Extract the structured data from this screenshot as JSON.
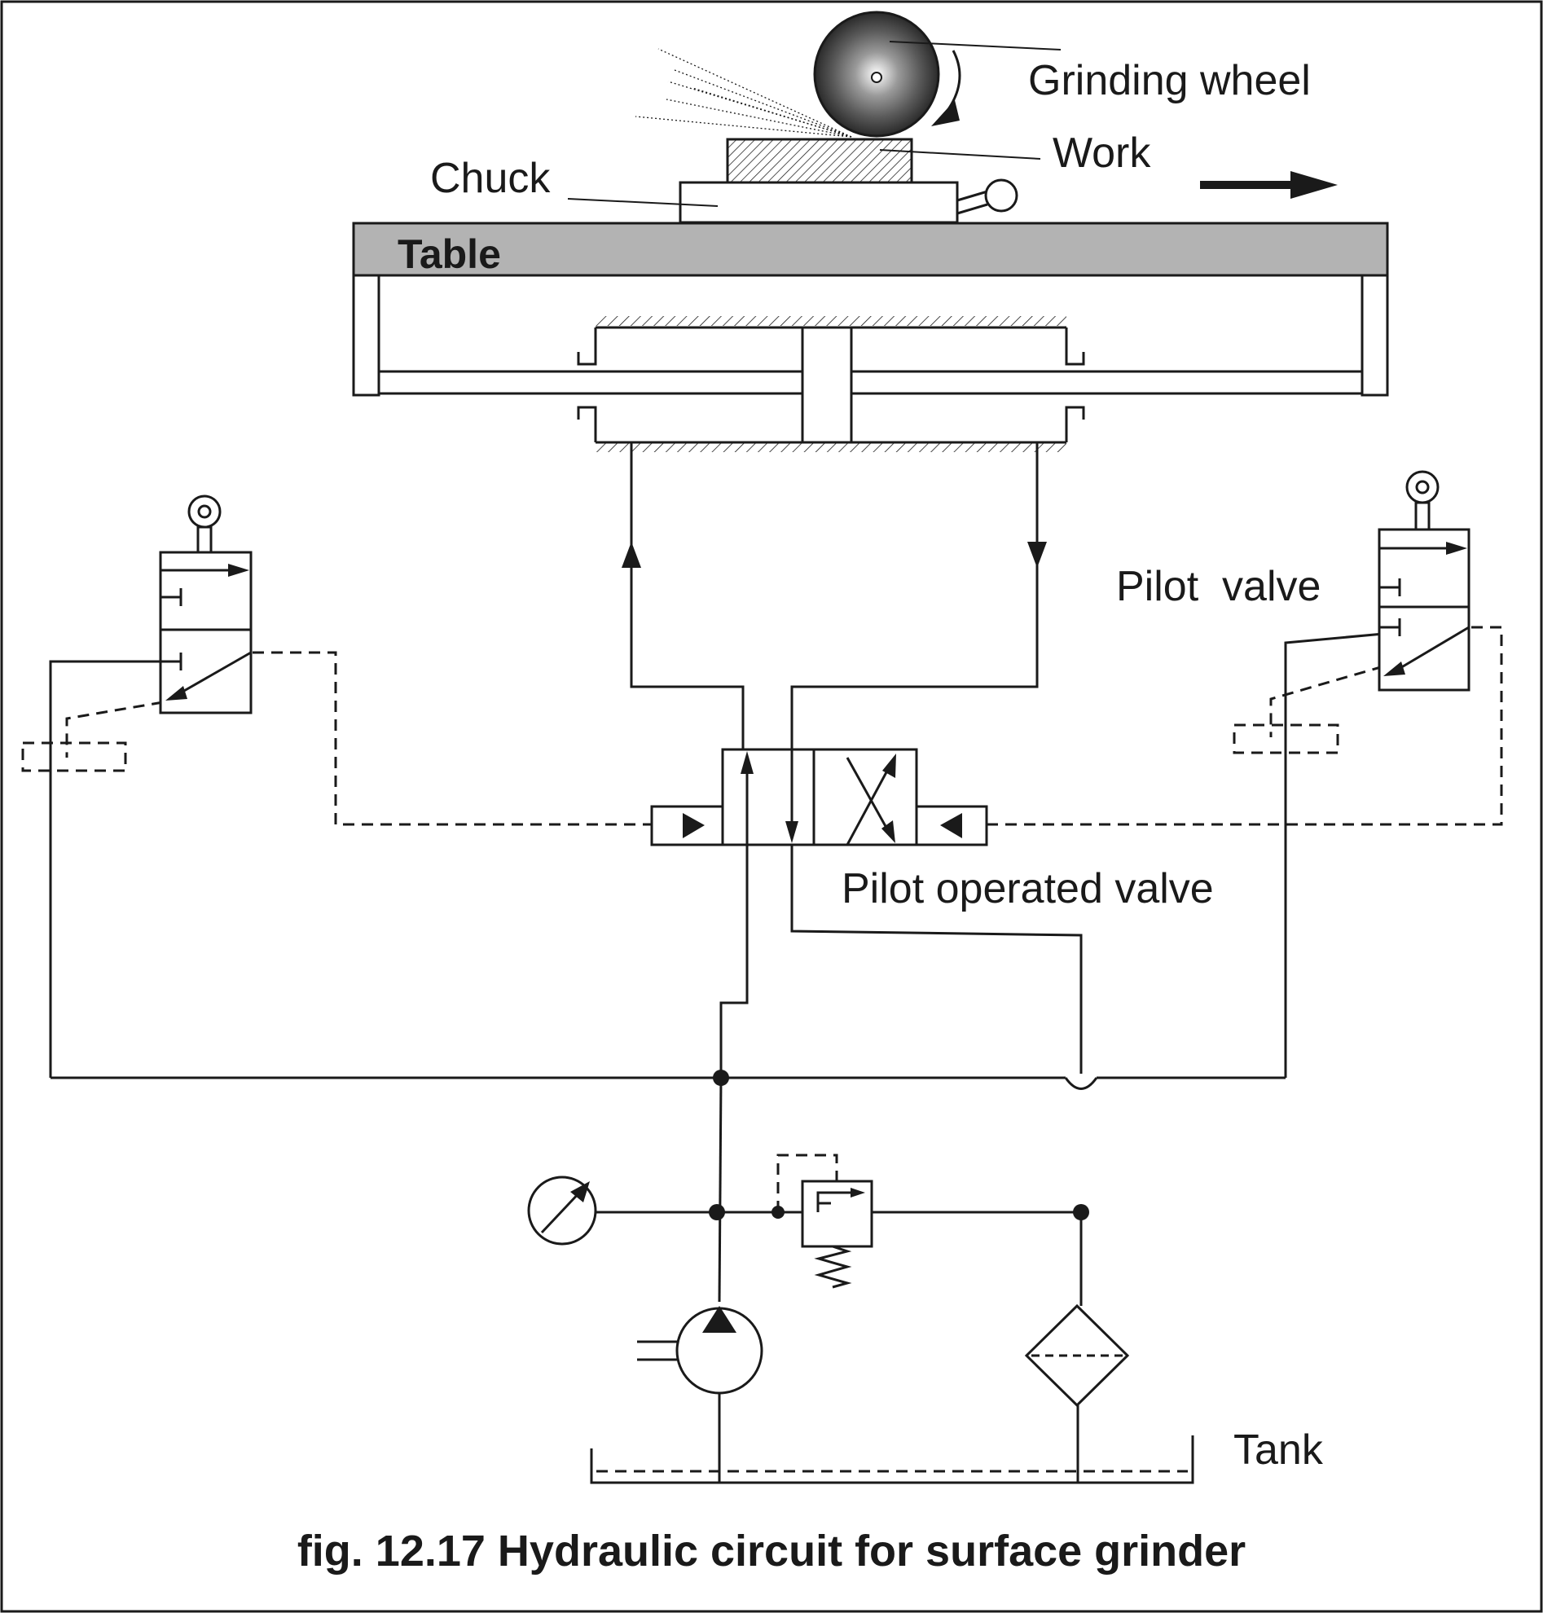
{
  "labels": {
    "grinding_wheel": "Grinding wheel",
    "work": "Work",
    "chuck": "Chuck",
    "table": "Table",
    "pilot_valve": "Pilot  valve",
    "pilot_operated_valve": "Pilot operated valve",
    "tank": "Tank"
  },
  "caption": "fig. 12.17 Hydraulic circuit for surface grinder",
  "colors": {
    "line": "#1a1a1a",
    "table_fill": "#b3b3b3"
  },
  "icons": [
    "pressure-gauge-icon",
    "pump-icon",
    "filter-icon",
    "relief-valve-icon",
    "roller-icon",
    "direction-arrow-icon"
  ]
}
